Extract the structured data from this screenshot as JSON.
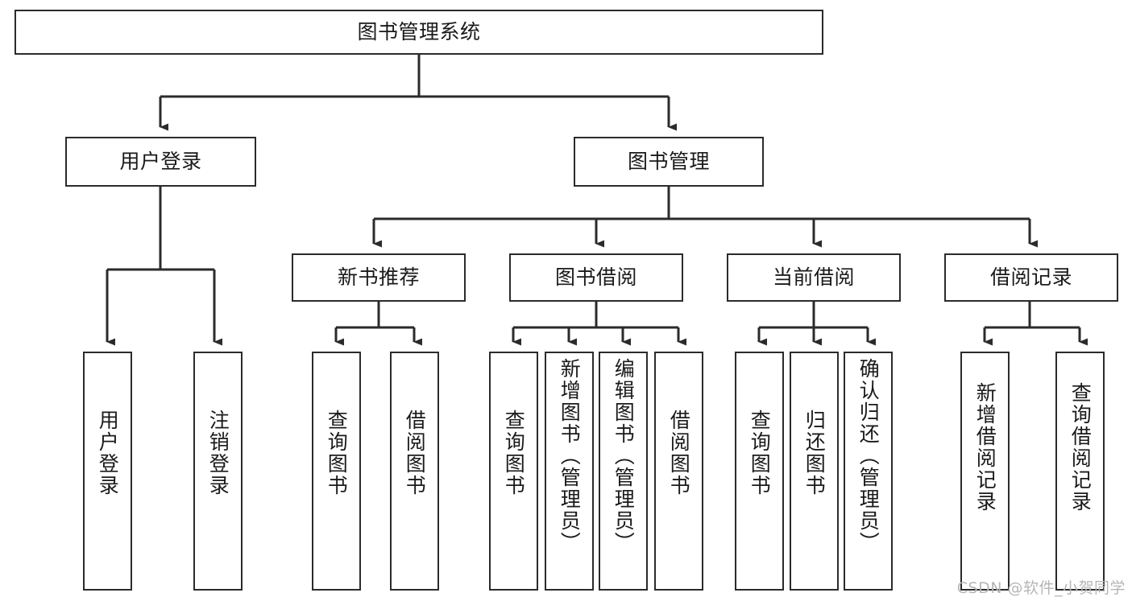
{
  "diagram": {
    "title": "图书管理系统",
    "watermark": "CSDN @软件_小贺同学",
    "colors": {
      "stroke": "#2b2b2b",
      "fill": "#ffffff",
      "text": "#1a1a1a",
      "watermark": "#b6b6b6"
    },
    "levels": {
      "root": {
        "label": "图书管理系统"
      },
      "level2": [
        {
          "id": "user-login",
          "label": "用户登录"
        },
        {
          "id": "book-management",
          "label": "图书管理"
        }
      ],
      "level3": [
        {
          "id": "new-book-recommend",
          "label": "新书推荐",
          "parent": "book-management"
        },
        {
          "id": "book-borrow",
          "label": "图书借阅",
          "parent": "book-management"
        },
        {
          "id": "current-borrow",
          "label": "当前借阅",
          "parent": "book-management"
        },
        {
          "id": "borrow-record",
          "label": "借阅记录",
          "parent": "book-management"
        }
      ],
      "leaves": [
        {
          "id": "leaf-user-login",
          "label": "用户登录",
          "parent": "user-login"
        },
        {
          "id": "leaf-logout-login",
          "label": "注销登录",
          "parent": "user-login"
        },
        {
          "id": "leaf-query-book-1",
          "label": "查询图书",
          "parent": "new-book-recommend"
        },
        {
          "id": "leaf-borrow-book-1",
          "label": "借阅图书",
          "parent": "new-book-recommend"
        },
        {
          "id": "leaf-query-book-2",
          "label": "查询图书",
          "parent": "book-borrow"
        },
        {
          "id": "leaf-add-book",
          "label": "新增图书（管理员）",
          "parent": "book-borrow"
        },
        {
          "id": "leaf-edit-book",
          "label": "编辑图书（管理员）",
          "parent": "book-borrow"
        },
        {
          "id": "leaf-borrow-book-2",
          "label": "借阅图书",
          "parent": "book-borrow"
        },
        {
          "id": "leaf-query-book-3",
          "label": "查询图书",
          "parent": "current-borrow"
        },
        {
          "id": "leaf-return-book",
          "label": "归还图书",
          "parent": "current-borrow"
        },
        {
          "id": "leaf-confirm-return",
          "label": "确认归还（管理员）",
          "parent": "current-borrow"
        },
        {
          "id": "leaf-add-record",
          "label": "新增借阅记录",
          "parent": "borrow-record"
        },
        {
          "id": "leaf-query-record",
          "label": "查询借阅记录",
          "parent": "borrow-record"
        }
      ]
    }
  }
}
